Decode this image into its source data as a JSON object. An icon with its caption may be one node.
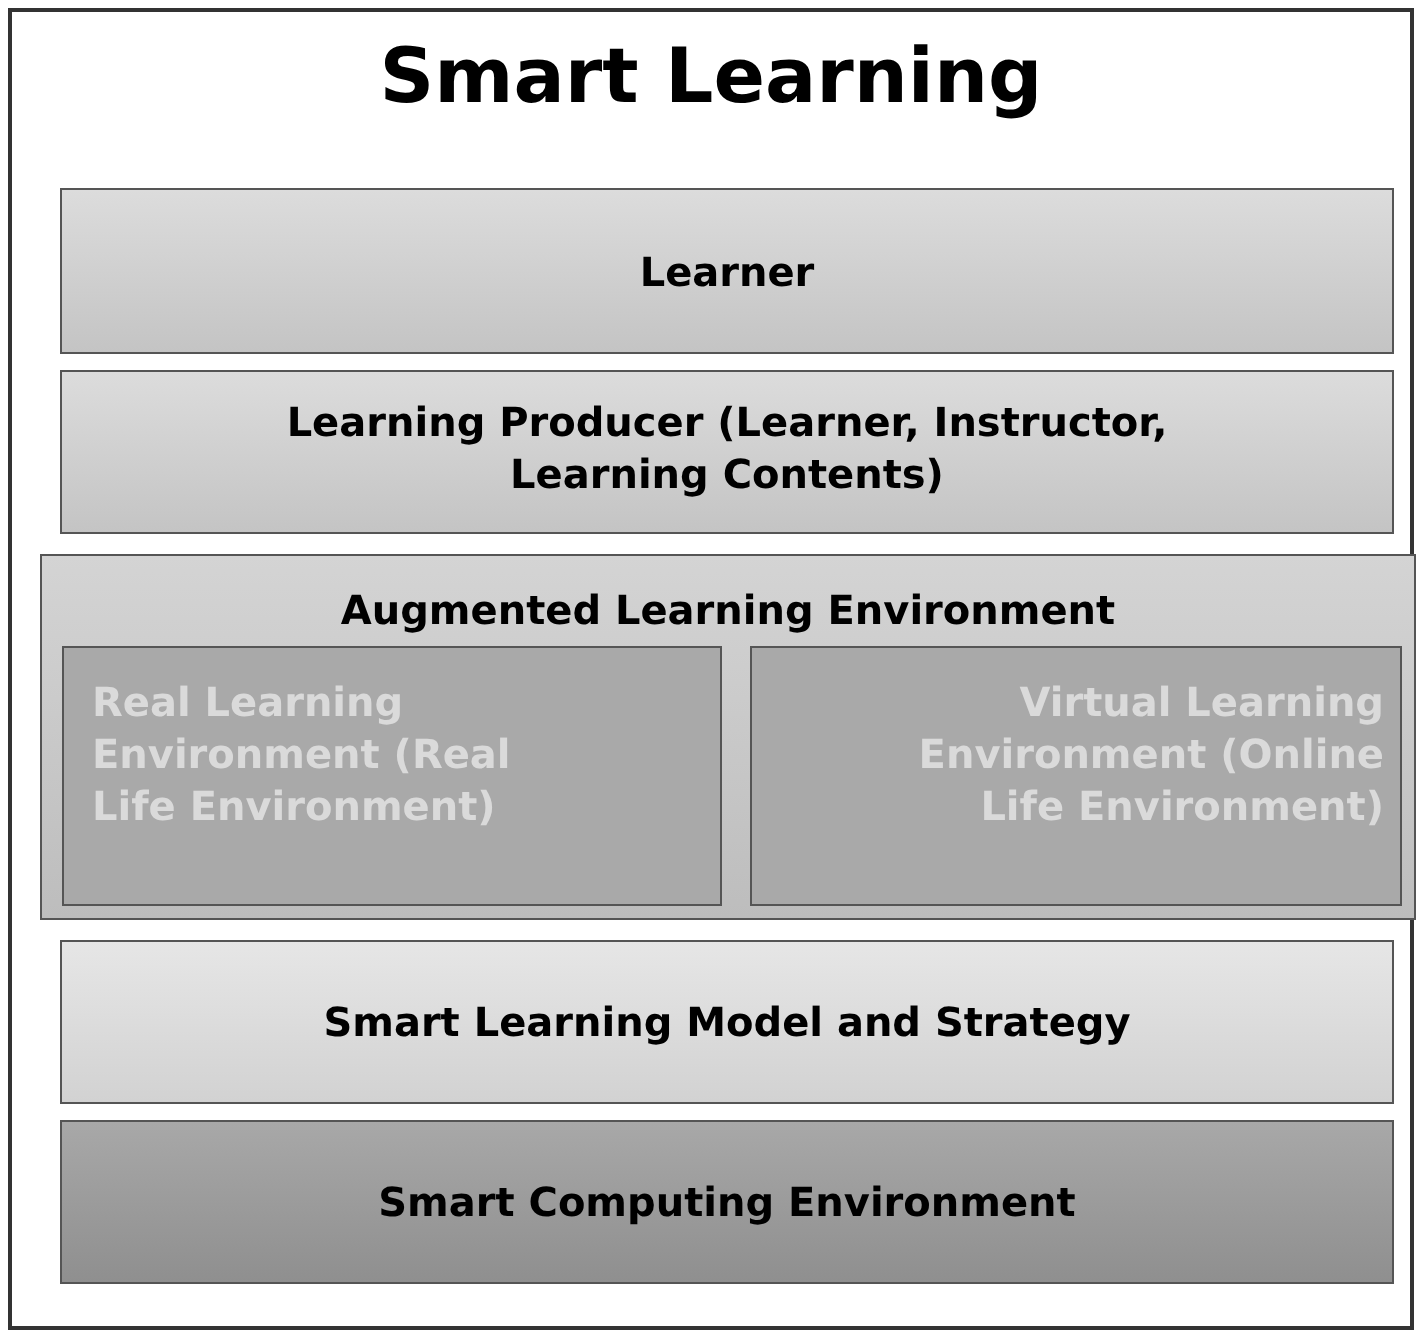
{
  "diagram": {
    "nodes": [
      {
        "text": [
          "Smart Learning"
        ]
      },
      {
        "text": [
          "Learner"
        ],
        "in": 0
      },
      {
        "text": [
          "Learning Producer (Learner, Instructor, Learning Contents)"
        ],
        "in": 0
      },
      {
        "text": [
          "Augmented Learning Environment"
        ],
        "in": 0
      },
      {
        "text": [
          "Real Learning Environment (Real Life Environment)"
        ],
        "in": 3
      },
      {
        "text": [
          "Virtual Learning Environment (Online Life Environment)"
        ],
        "in": 3
      },
      {
        "text": [
          "Smart Learning Model and Strategy"
        ],
        "in": 0
      },
      {
        "text": [
          "Smart Computing Environment"
        ],
        "in": 0
      }
    ],
    "edges": []
  }
}
